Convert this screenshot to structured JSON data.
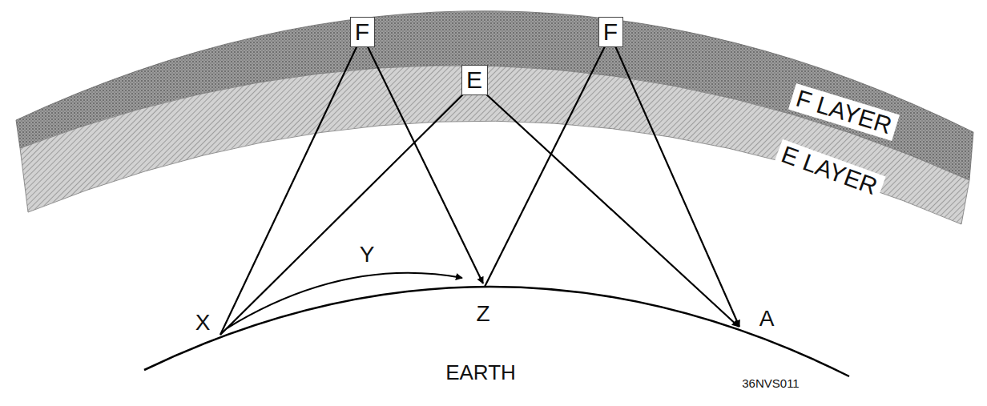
{
  "diagram": {
    "nodes": [
      {
        "text": [
          "F"
        ]
      },
      {
        "text": [
          "E"
        ]
      },
      {
        "text": [
          "F"
        ]
      }
    ],
    "labels": [
      "F LAYER",
      "E LAYER",
      "Y",
      "X",
      "Z",
      "A",
      "EARTH",
      "36NVS011"
    ]
  }
}
